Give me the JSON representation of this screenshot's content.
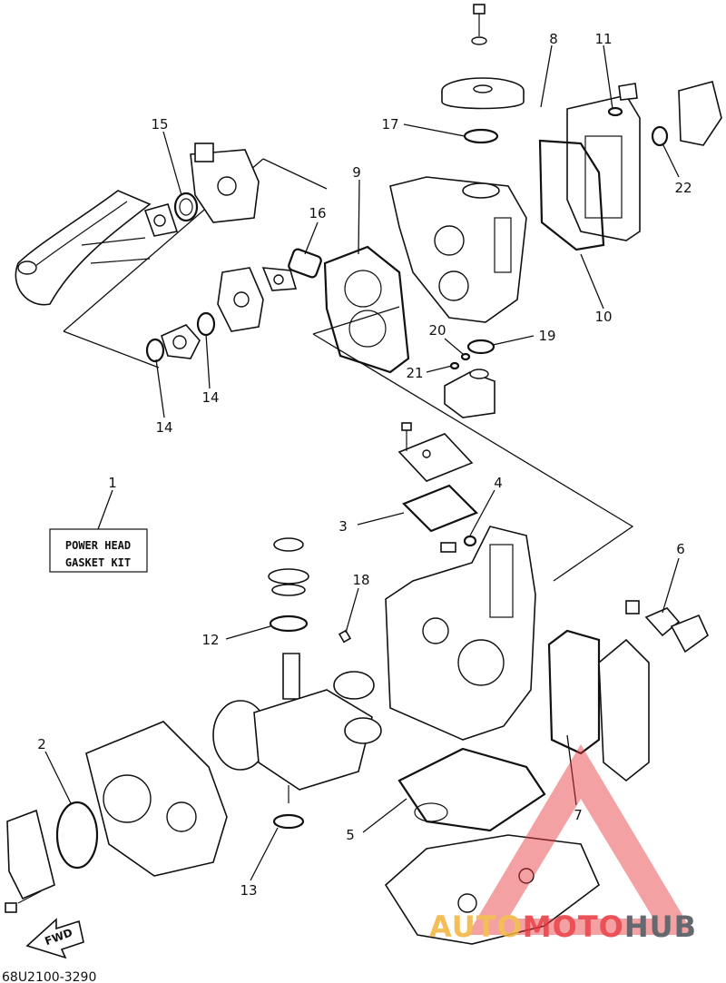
{
  "callouts": [
    "1",
    "2",
    "3",
    "4",
    "5",
    "6",
    "7",
    "8",
    "9",
    "10",
    "11",
    "12",
    "13",
    "14",
    "14",
    "15",
    "16",
    "17",
    "18",
    "19",
    "20",
    "21",
    "22"
  ],
  "kit_label": {
    "line1": "POWER HEAD",
    "line2": "GASKET KIT"
  },
  "fwd_label": "FWD",
  "reference_code": "68U2100-3290",
  "watermark": {
    "part1": "AUTO",
    "part2": "MOTO",
    "part3": "HUB",
    "colors": {
      "auto": "#f2b33a",
      "moto": "#e8343a",
      "hub": "#4a4f57",
      "triangle": "#e8343a"
    }
  }
}
